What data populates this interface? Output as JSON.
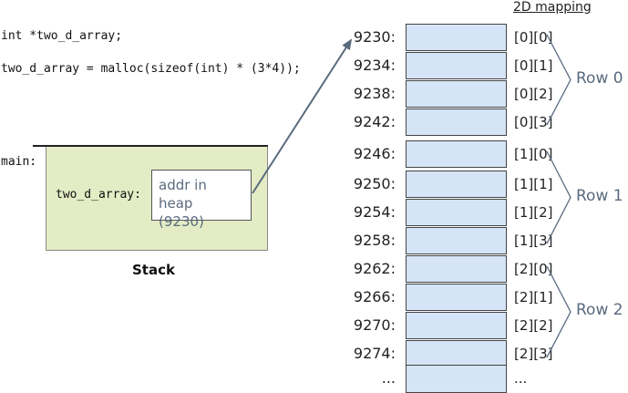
{
  "code": {
    "line1": "int *two_d_array;",
    "line2": "two_d_array = malloc(sizeof(int) * (3*4));"
  },
  "stack": {
    "frame_label": "main:",
    "var_label": "two_d_array:",
    "ptr_value_line1": "addr in heap",
    "ptr_value_line2": "(9230)",
    "caption": "Stack"
  },
  "heap": {
    "header": "2D mapping",
    "cells": [
      {
        "addr": "9230:",
        "index": "[0][0]"
      },
      {
        "addr": "9234:",
        "index": "[0][1]"
      },
      {
        "addr": "9238:",
        "index": "[0][2]"
      },
      {
        "addr": "9242:",
        "index": "[0][3]"
      },
      {
        "addr": "9246:",
        "index": "[1][0]"
      },
      {
        "addr": "9250:",
        "index": "[1][1]"
      },
      {
        "addr": "9254:",
        "index": "[1][2]"
      },
      {
        "addr": "9258:",
        "index": "[1][3]"
      },
      {
        "addr": "9262:",
        "index": "[2][0]"
      },
      {
        "addr": "9266:",
        "index": "[2][1]"
      },
      {
        "addr": "9270:",
        "index": "[2][2]"
      },
      {
        "addr": "9274:",
        "index": "[2][3]"
      },
      {
        "addr": "...",
        "index": "..."
      }
    ],
    "rows": [
      "Row 0",
      "Row 1",
      "Row 2"
    ]
  },
  "colors": {
    "stack_fill": "#e3ecc5",
    "heap_fill": "#d5e4f6",
    "label_accent": "#5a6a7e"
  }
}
